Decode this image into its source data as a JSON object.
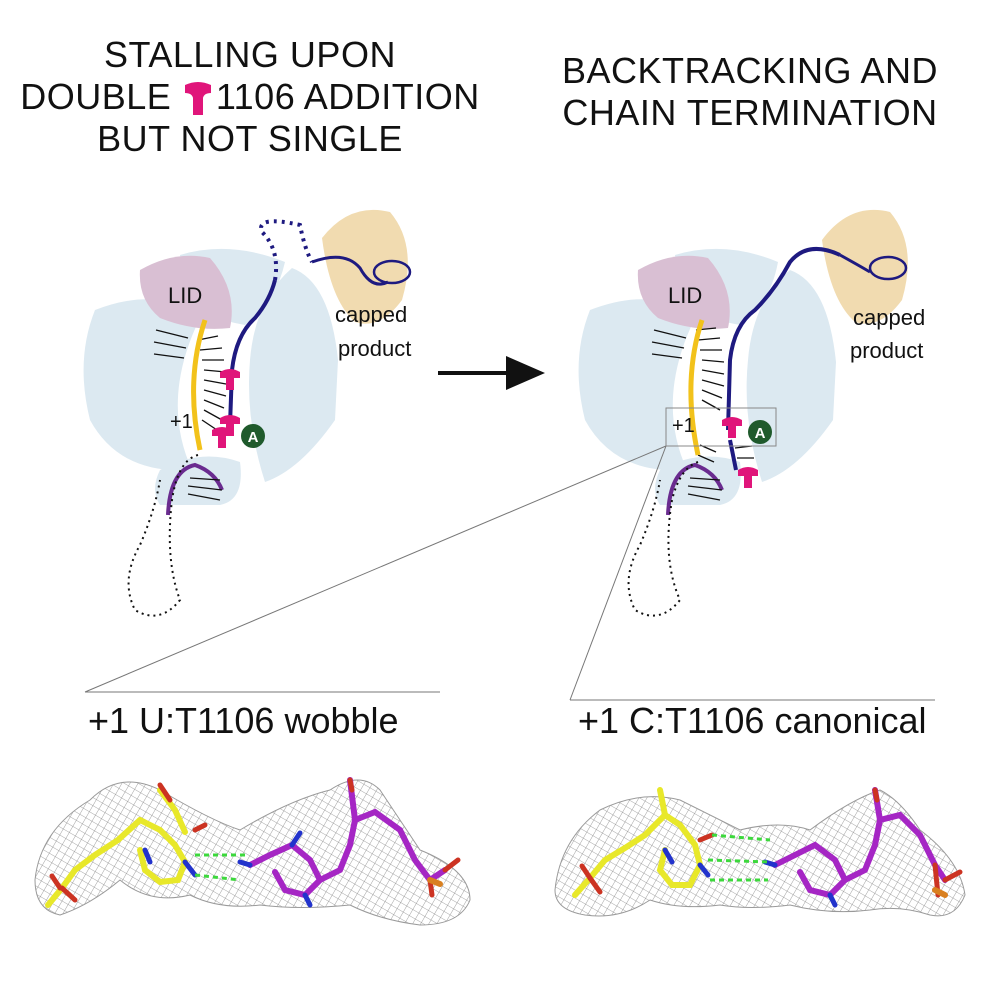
{
  "left_panel": {
    "heading_line1": "STALLING UPON",
    "heading_line2_a": "DOUBLE",
    "heading_line2_b": "1106 ADDITION",
    "heading_line3": "BUT NOT SINGLE",
    "lid_label": "LID",
    "capped_line1": "capped",
    "capped_line2": "product",
    "plus_one": "+1",
    "a_site": "A",
    "caption": "+1 U:T1106 wobble"
  },
  "right_panel": {
    "heading_line1": "BACKTRACKING AND",
    "heading_line2": "CHAIN TERMINATION",
    "lid_label": "LID",
    "capped_line1": "capped",
    "capped_line2": "product",
    "plus_one": "+1",
    "a_site": "A",
    "caption": "+1 C:T1106 canonical"
  },
  "colors": {
    "domain_blue": "#dce9f1",
    "lid_pink": "#d9bfd3",
    "cap_tan": "#f1dbb0",
    "template_yellow": "#f2c21b",
    "product_navy": "#1e1a80",
    "analog_magenta": "#e0157a",
    "primer_purple": "#6a2b8f",
    "a_site_green": "#1f5a2c",
    "yellow_carbon": "#e8e82a",
    "purple_carbon": "#a526c4"
  }
}
